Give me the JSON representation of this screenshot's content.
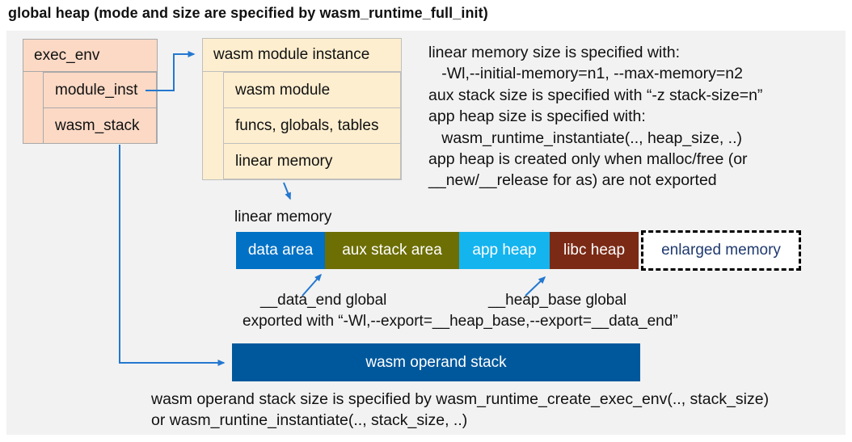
{
  "title": "global heap (mode and size are specified by wasm_runtime_full_init)",
  "exec_env": {
    "header": "exec_env",
    "rows": [
      "module_inst",
      "wasm_stack"
    ]
  },
  "module_instance": {
    "header": "wasm module instance",
    "rows": [
      "wasm module",
      "funcs, globals, tables",
      "linear memory"
    ]
  },
  "size_notes": {
    "lines": [
      "linear memory size is specified with:",
      "   -Wl,--initial-memory=n1, --max-memory=n2",
      "aux stack size is specified with “-z stack-size=n”",
      "app heap size is specified with:",
      "   wasm_runtime_instantiate(.., heap_size, ..)",
      "app heap is created only when malloc/free (or",
      "__new/__release for as) are not exported"
    ]
  },
  "linear_memory": {
    "label": "linear memory",
    "segments": [
      "data area",
      "aux stack area",
      "app heap",
      "libc heap"
    ],
    "enlarged_label": "enlarged memory",
    "data_end_label": "__data_end global",
    "heap_base_label": "__heap_base global",
    "export_note": "exported with “-Wl,--export=__heap_base,--export=__data_end”"
  },
  "operand_stack": {
    "label": "wasm operand stack",
    "note_lines": [
      "wasm operand stack size is specified by wasm_runtime_create_exec_env(.., stack_size)",
      "or wasm_runtine_instantiate(.., stack_size, ..)"
    ]
  },
  "colors": {
    "panel_bg": "#f2f2f2",
    "salmon_fill": "#fbd9c5",
    "salmon_border": "#a9a9a9",
    "cream_fill": "#fdeecf",
    "cream_border": "#bfbfbf",
    "data_area": "#0071c5",
    "aux_stack": "#6d6e04",
    "app_heap": "#14b4ef",
    "libc_heap": "#7b2a15",
    "enlarged_text": "#1f3a6e",
    "operand_stack": "#00589c",
    "arrow": "#2478d0",
    "text": "#111111"
  }
}
